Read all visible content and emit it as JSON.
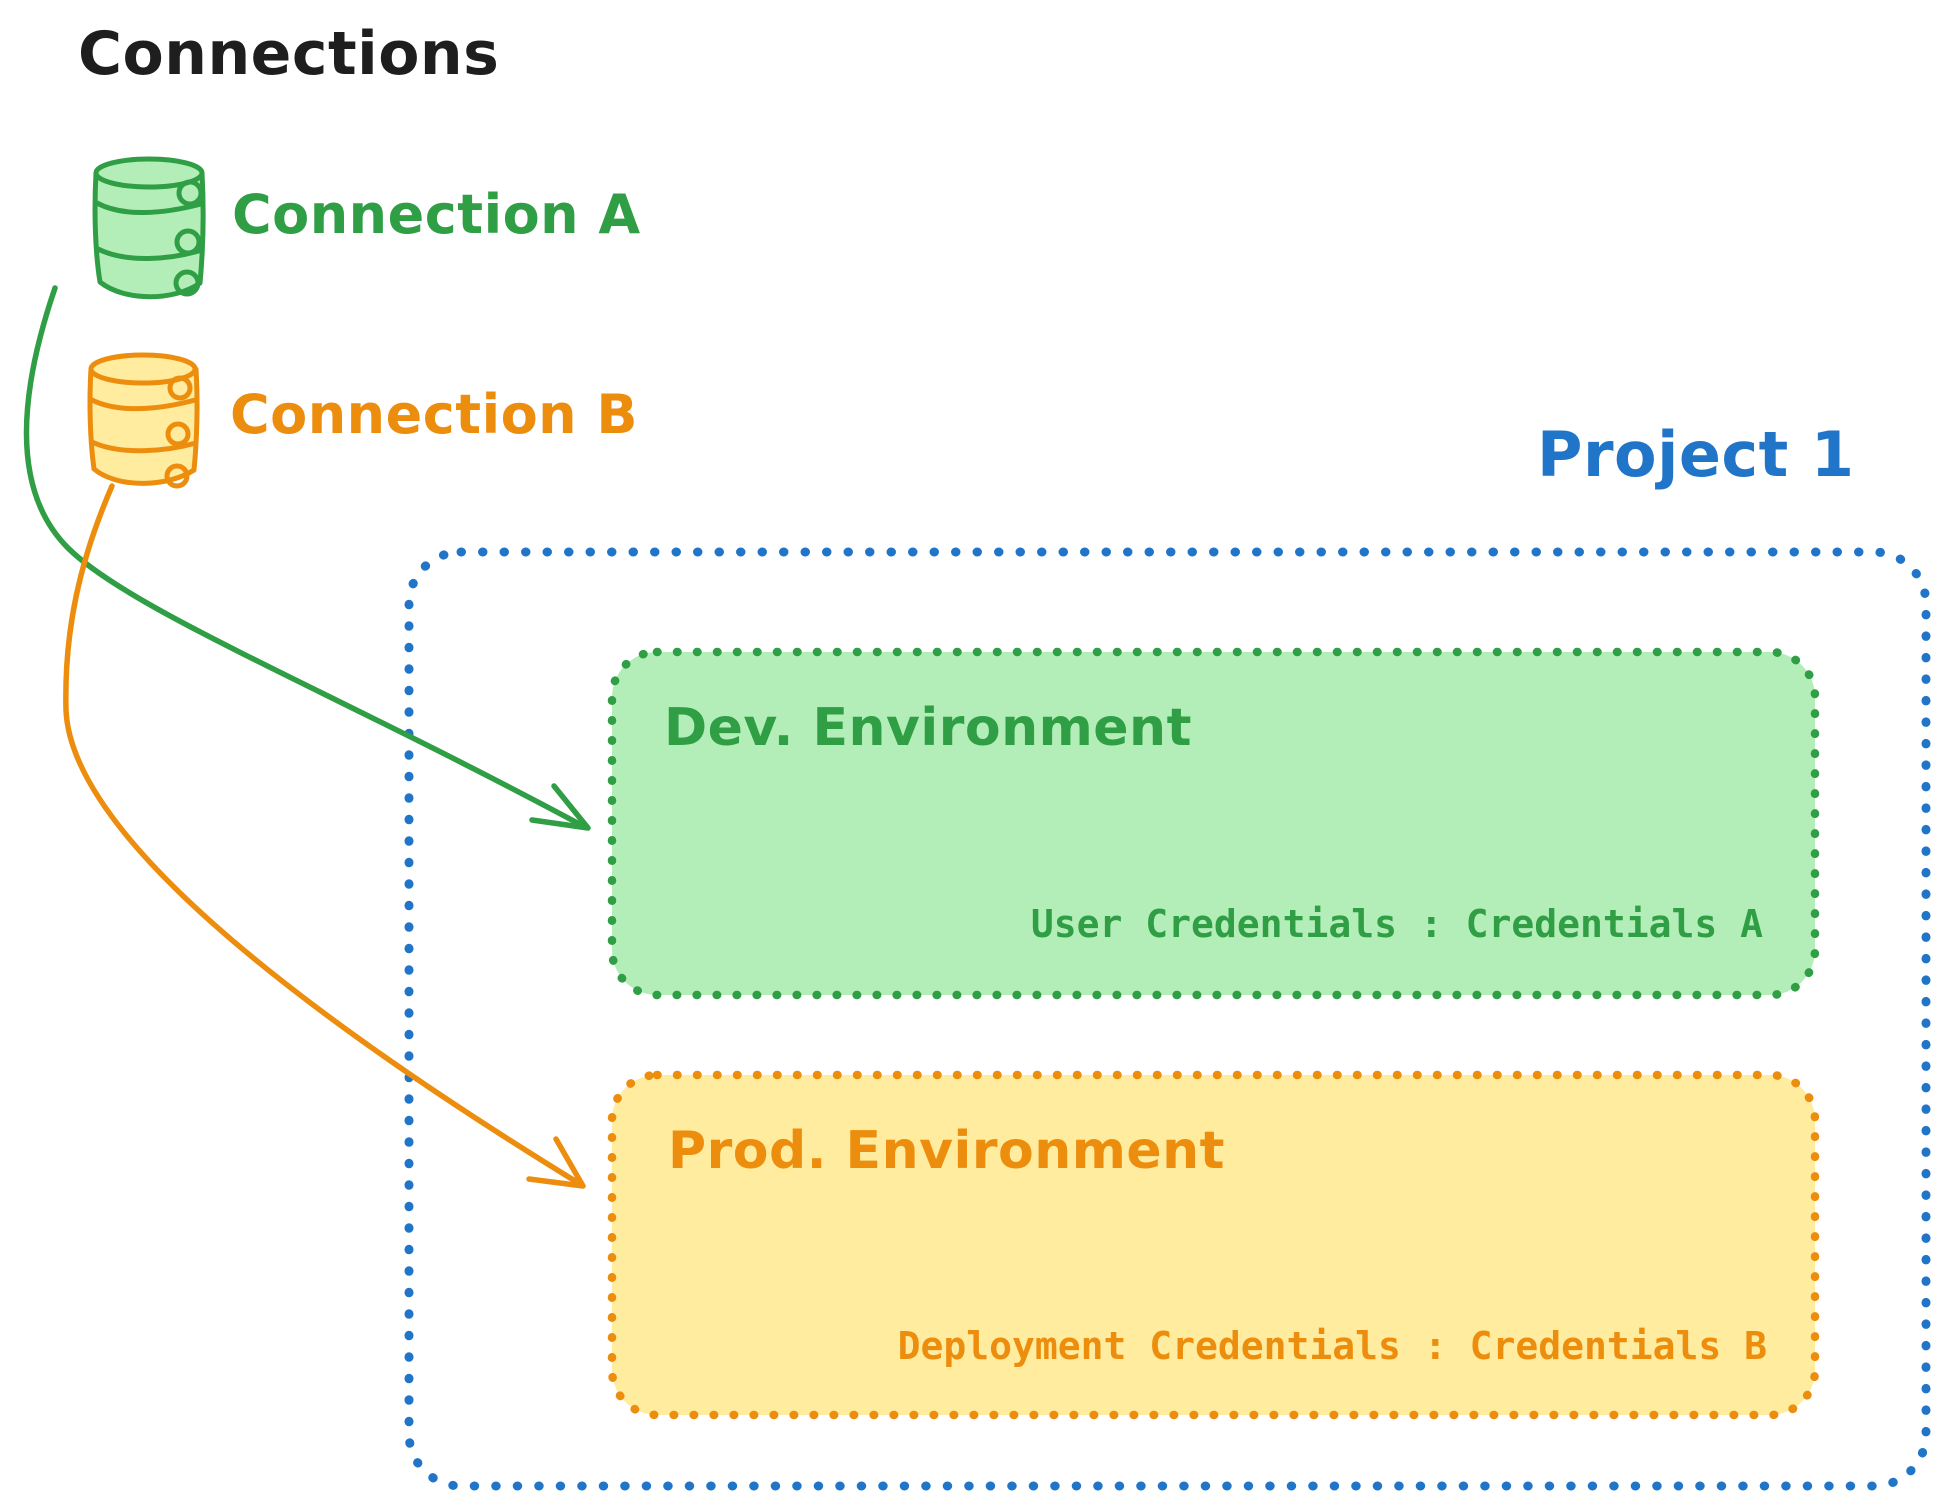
{
  "diagram": {
    "title": "Connections",
    "title_color": "#1e1e1e",
    "connections": [
      {
        "label": "Connection A",
        "stroke": "#2f9e44",
        "fill": "#b3eeb8",
        "icon": "database-cylinder-icon"
      },
      {
        "label": "Connection B",
        "stroke": "#ed8d0d",
        "fill": "#ffec9e",
        "icon": "database-cylinder-icon"
      }
    ],
    "project": {
      "label": "Project 1",
      "color": "#2175c8",
      "border_style": "dotted",
      "environments": [
        {
          "title": "Dev. Environment",
          "credentials_text": "User Credentials : Credentials A",
          "stroke": "#2f9e44",
          "fill": "#b3eeb8"
        },
        {
          "title": "Prod. Environment",
          "credentials_text": "Deployment Credentials : Credentials B",
          "stroke": "#ed8d0d",
          "fill": "#ffec9e"
        }
      ]
    },
    "arrows": [
      {
        "from": "Connection A",
        "to": "Dev. Environment",
        "color": "#2f9e44"
      },
      {
        "from": "Connection B",
        "to": "Prod. Environment",
        "color": "#ed8d0d"
      }
    ]
  }
}
